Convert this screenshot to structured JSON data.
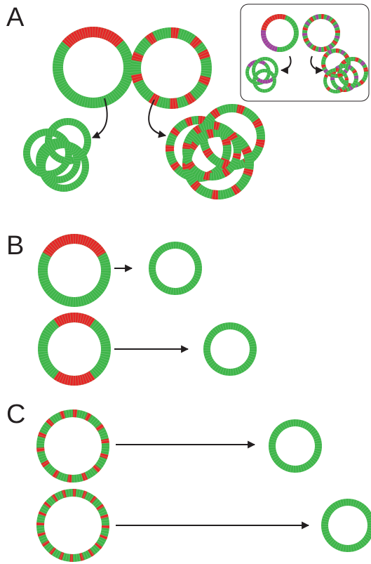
{
  "panel_labels": {
    "a": "A",
    "b": "B",
    "c": "C"
  },
  "colors": {
    "green": "#3fb54a",
    "red": "#e52526",
    "purple": "#a23fa0",
    "segment_line": "#9ed9a2",
    "arrow": "#231f20",
    "inset_border": "#231f20"
  },
  "icons": {
    "ring": "segmented-dna-ring-icon",
    "arrow": "arrow-icon",
    "inset": "inset-box"
  }
}
